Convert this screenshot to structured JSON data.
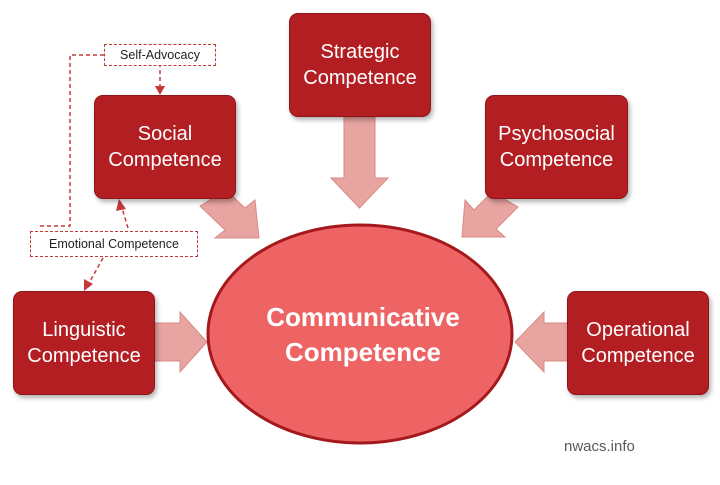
{
  "colors": {
    "box_fill": "#b31e22",
    "box_border": "#8e1518",
    "center_fill": "#ee6465",
    "center_border": "#a5191c",
    "arrow_fill": "#e7a4a1",
    "arrow_border": "#d88a86",
    "tag_border": "#c43a38",
    "connector": "#c43a38"
  },
  "center": {
    "line1": "Communicative",
    "line2": "Competence"
  },
  "boxes": {
    "strategic": {
      "line1": "Strategic",
      "line2": "Competence"
    },
    "social": {
      "line1": "Social",
      "line2": "Competence"
    },
    "psychosocial": {
      "line1": "Psychosocial",
      "line2": "Competence"
    },
    "linguistic": {
      "line1": "Linguistic",
      "line2": "Competence"
    },
    "operational": {
      "line1": "Operational",
      "line2": "Competence"
    }
  },
  "tags": {
    "self_advocacy": "Self-Advocacy",
    "emotional": "Emotional Competence"
  },
  "watermark": "nwacs.info"
}
